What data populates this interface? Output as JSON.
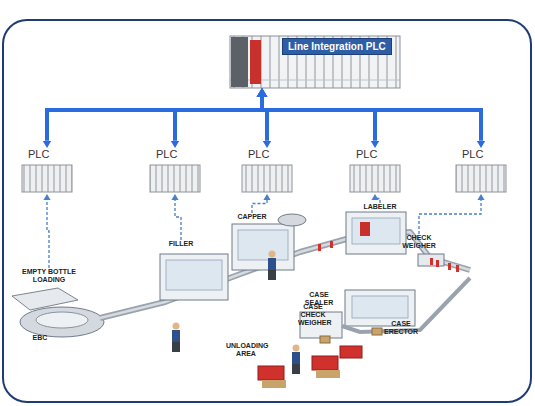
{
  "diagram": {
    "nodes": [
      {
        "text": [
          "Line Integration PLC"
        ]
      },
      {
        "text": [
          "PLC"
        ]
      },
      {
        "text": [
          "PLC"
        ]
      },
      {
        "text": [
          "PLC"
        ]
      },
      {
        "text": [
          "PLC"
        ]
      },
      {
        "text": [
          "PLC"
        ]
      },
      {
        "text": [
          "EMPTY BOTTLE LOADING"
        ]
      },
      {
        "text": [
          "FILLER"
        ]
      },
      {
        "text": [
          "CAPPER"
        ]
      },
      {
        "text": [
          "LABELER"
        ]
      },
      {
        "text": [
          "CHECK WEIGHER"
        ]
      }
    ],
    "edges": [
      {
        "from": 1,
        "to": 0,
        "arrow": "both"
      },
      {
        "from": 2,
        "to": 0,
        "arrow": "both"
      },
      {
        "from": 3,
        "to": 0,
        "arrow": "both"
      },
      {
        "from": 4,
        "to": 0,
        "arrow": "both"
      },
      {
        "from": 5,
        "to": 0,
        "arrow": "both"
      },
      {
        "from": 6,
        "to": 1,
        "arrow": "to"
      },
      {
        "from": 7,
        "to": 2,
        "arrow": "to"
      },
      {
        "from": 8,
        "to": 3,
        "arrow": "to"
      },
      {
        "from": 9,
        "to": 4,
        "arrow": "to"
      },
      {
        "from": 10,
        "to": 5,
        "arrow": "to"
      }
    ],
    "labels": [
      "EBC",
      "CASE SEALER",
      "CASE CHECK WEIGHER",
      "CASE ERECTOR",
      "UNLOADING AREA"
    ]
  }
}
